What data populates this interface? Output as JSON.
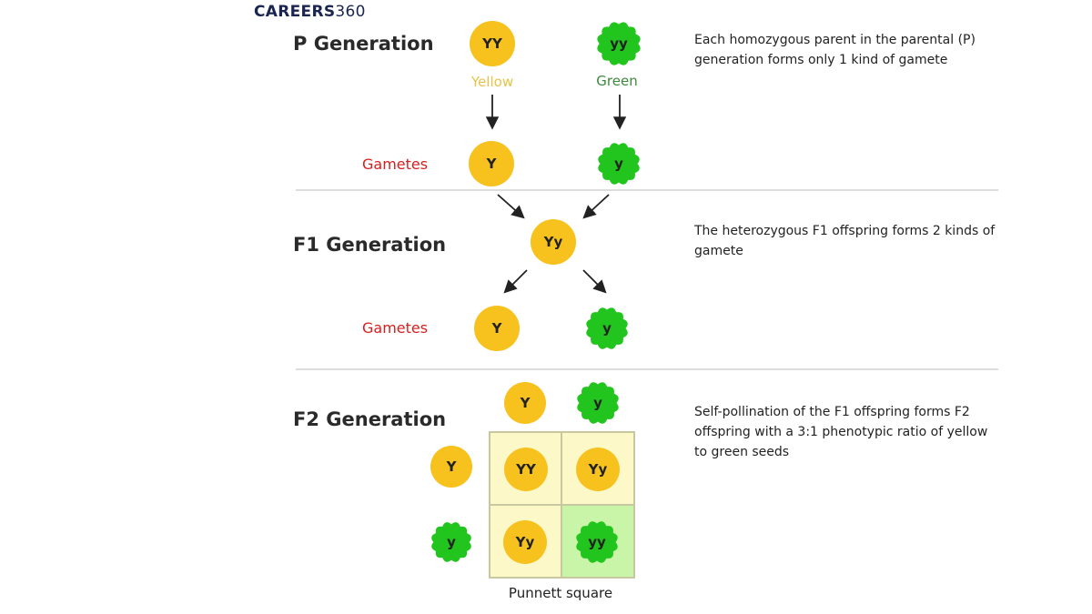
{
  "logo": {
    "brand": "CAREERS",
    "num": "360"
  },
  "generations": {
    "p": "P Generation",
    "f1": "F1 Generation",
    "f2": "F2 Generation"
  },
  "gametes_label": "Gametes",
  "p_gen": {
    "left": {
      "genotype": "YY",
      "color_label": "Yellow"
    },
    "right": {
      "genotype": "yy",
      "color_label": "Green"
    },
    "gamete_left": "Y",
    "gamete_right": "y"
  },
  "f1_gen": {
    "offspring": "Yy",
    "gamete_left": "Y",
    "gamete_right": "y"
  },
  "f2_gen": {
    "top_left": "Y",
    "top_right": "y",
    "side_top": "Y",
    "side_bottom": "y",
    "cells": [
      "YY",
      "Yy",
      "Yy",
      "yy"
    ],
    "caption": "Punnett square"
  },
  "descriptions": {
    "p": "Each homozygous parent in the parental (P) generation forms only 1 kind of gamete",
    "f1": "The heterozygous F1 offspring forms 2 kinds of gamete",
    "f2": "Self-pollination of the F1 offspring forms F2 offspring with a 3:1 phenotypic ratio of yellow to green seeds"
  },
  "colors": {
    "yellow": "#f7c21d",
    "green": "#22c41e",
    "yellow_label": "#e8c34a",
    "green_label": "#3d8a3d",
    "gametes_label": "#d81e1e",
    "punnett_yellow": "#fdf8c8",
    "punnett_green": "#c8f5a8"
  }
}
